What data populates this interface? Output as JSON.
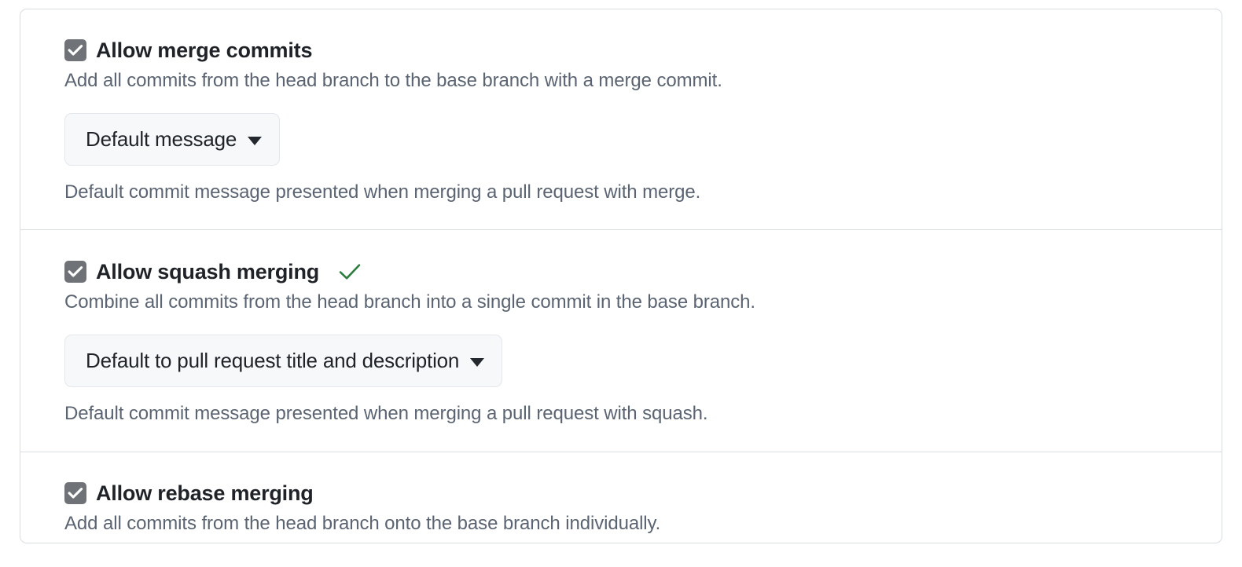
{
  "colors": {
    "card_border": "#d8dee4",
    "checkbox_fill": "#6f7377",
    "title_text": "#1f2328",
    "muted_text": "#5b6472",
    "button_bg": "#f6f8fa",
    "button_border": "#e4e7eb",
    "green_check": "#2d7d3f"
  },
  "settings": [
    {
      "id": "allow-merge-commits",
      "checkbox_icon": "checkmark-icon",
      "checked": true,
      "title": "Allow merge commits",
      "description": "Add all commits from the head branch to the base branch with a merge commit.",
      "has_status_check": false,
      "dropdown": {
        "label": "Default message",
        "caret_icon": "caret-down-icon",
        "note": "Default commit message presented when merging a pull request with merge."
      }
    },
    {
      "id": "allow-squash-merging",
      "checkbox_icon": "checkmark-icon",
      "checked": true,
      "title": "Allow squash merging",
      "description": "Combine all commits from the head branch into a single commit in the base branch.",
      "has_status_check": true,
      "status_check_icon": "green-check-icon",
      "dropdown": {
        "label": "Default to pull request title and description",
        "caret_icon": "caret-down-icon",
        "note": "Default commit message presented when merging a pull request with squash."
      }
    },
    {
      "id": "allow-rebase-merging",
      "checkbox_icon": "checkmark-icon",
      "checked": true,
      "title": "Allow rebase merging",
      "description": "Add all commits from the head branch onto the base branch individually.",
      "has_status_check": false,
      "dropdown": null
    }
  ]
}
